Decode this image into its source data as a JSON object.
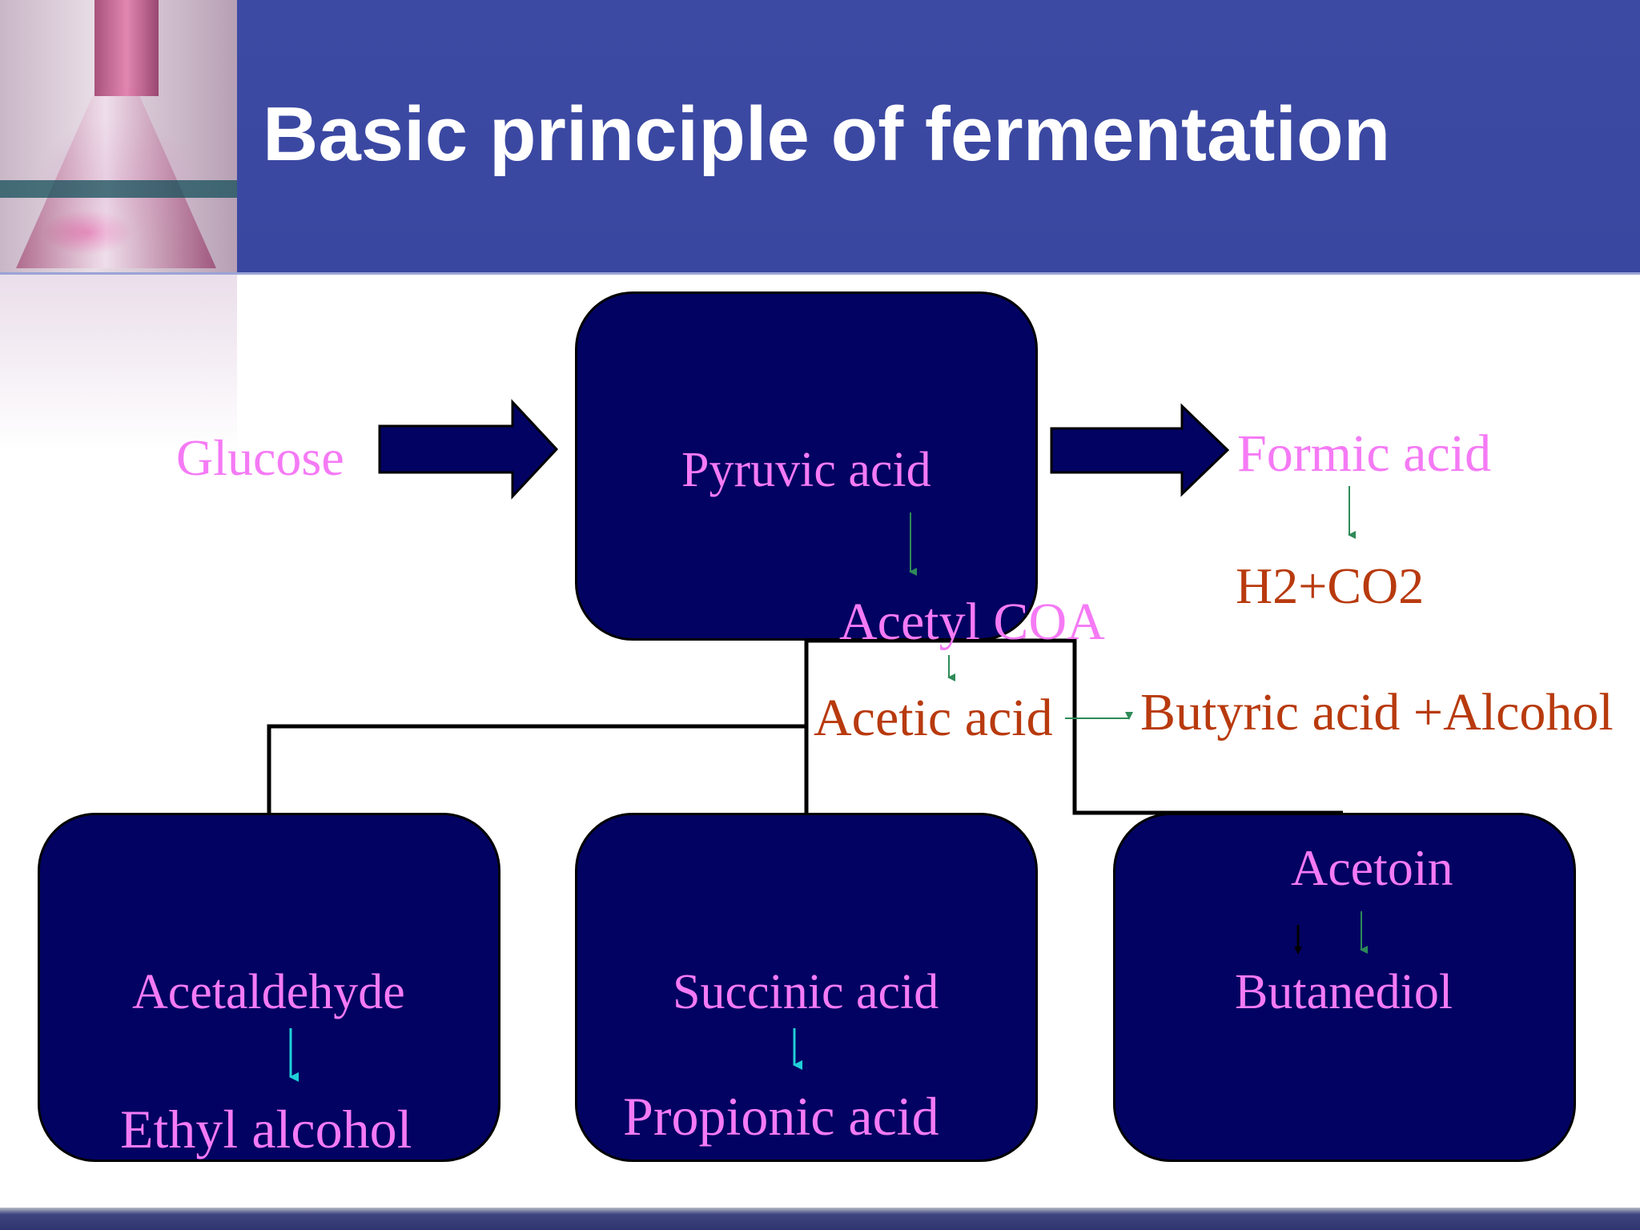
{
  "slide": {
    "title": "Basic principle of fermentation"
  },
  "colors": {
    "header_bg": "#3c4aa3",
    "box_fill": "#020262",
    "pink_text": "#f57af5",
    "brown_text": "#b83a0e",
    "green_arrow": "#2e8b57",
    "cyan_arrow": "#20d0d8"
  },
  "diagram": {
    "glucose": "Glucose",
    "pyruvic_acid": "Pyruvic acid",
    "formic_acid": "Formic acid",
    "h2_co2": "H2+CO2",
    "acetyl_coa": "Acetyl COA",
    "acetic_acid": "Acetic acid",
    "butyric_alcohol": "Butyric acid +Alcohol",
    "acetaldehyde": "Acetaldehyde",
    "ethyl_alcohol": "Ethyl alcohol",
    "succinic_acid": "Succinic acid",
    "propionic_acid": "Propionic acid",
    "acetoin": "Acetoin",
    "butanediol": "Butanediol"
  }
}
